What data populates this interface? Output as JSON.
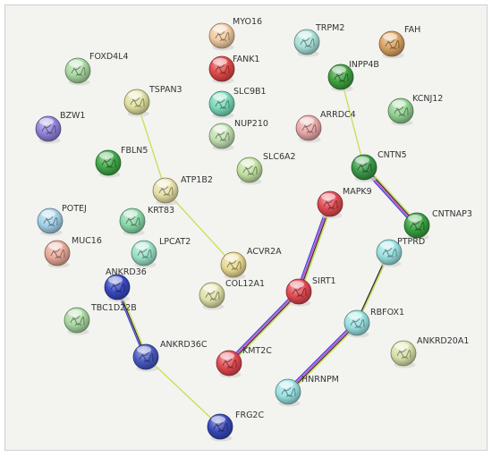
{
  "network": {
    "nodes": [
      {
        "id": "MYO16",
        "label": "MYO16",
        "color": "#f0c9a0"
      },
      {
        "id": "TRPM2",
        "label": "TRPM2",
        "color": "#a8e0d8"
      },
      {
        "id": "FAH",
        "label": "FAH",
        "color": "#d8a060"
      },
      {
        "id": "FOXD4L4",
        "label": "FOXD4L4",
        "color": "#a8d8a0"
      },
      {
        "id": "FANK1",
        "label": "FANK1",
        "color": "#e04848"
      },
      {
        "id": "INPP4B",
        "label": "INPP4B",
        "color": "#40a040"
      },
      {
        "id": "TSPAN3",
        "label": "TSPAN3",
        "color": "#e0e0a0"
      },
      {
        "id": "SLC9B1",
        "label": "SLC9B1",
        "color": "#78d8b8"
      },
      {
        "id": "KCNJ12",
        "label": "KCNJ12",
        "color": "#90d090"
      },
      {
        "id": "BZW1",
        "label": "BZW1",
        "color": "#9080d8"
      },
      {
        "id": "NUP210",
        "label": "NUP210",
        "color": "#c0e0b0"
      },
      {
        "id": "ARRDC4",
        "label": "ARRDC4",
        "color": "#e8a8a8"
      },
      {
        "id": "FBLN5",
        "label": "FBLN5",
        "color": "#40a848"
      },
      {
        "id": "SLC6A2",
        "label": "SLC6A2",
        "color": "#c0e0a0"
      },
      {
        "id": "CNTN5",
        "label": "CNTN5",
        "color": "#3a9a48"
      },
      {
        "id": "ATP1B2",
        "label": "ATP1B2",
        "color": "#e8e0a8"
      },
      {
        "id": "MAPK9",
        "label": "MAPK9",
        "color": "#e04850"
      },
      {
        "id": "POTEJ",
        "label": "POTEJ",
        "color": "#a0d0e8"
      },
      {
        "id": "KRT83",
        "label": "KRT83",
        "color": "#88d8a8"
      },
      {
        "id": "CNTNAP3",
        "label": "CNTNAP3",
        "color": "#38a040"
      },
      {
        "id": "MUC16",
        "label": "MUC16",
        "color": "#e8a898"
      },
      {
        "id": "LPCAT2",
        "label": "LPCAT2",
        "color": "#98e0c8"
      },
      {
        "id": "PTPRD",
        "label": "PTPRD",
        "color": "#98e0e0"
      },
      {
        "id": "ACVR2A",
        "label": "ACVR2A",
        "color": "#e8d890"
      },
      {
        "id": "ANKRD36",
        "label": "ANKRD36",
        "color": "#3848c0"
      },
      {
        "id": "SIRT1",
        "label": "SIRT1",
        "color": "#e04850"
      },
      {
        "id": "COL12A1",
        "label": "COL12A1",
        "color": "#e0e0a8"
      },
      {
        "id": "TBC1D22B",
        "label": "TBC1D22B",
        "color": "#a8d8a0"
      },
      {
        "id": "RBFOX1",
        "label": "RBFOX1",
        "color": "#98e0e0"
      },
      {
        "id": "ANKRD36C",
        "label": "ANKRD36C",
        "color": "#4858c0"
      },
      {
        "id": "ANKRD20A1",
        "label": "ANKRD20A1",
        "color": "#d8e0a8"
      },
      {
        "id": "KMT2C",
        "label": "KMT2C",
        "color": "#e04850"
      },
      {
        "id": "HNRNPM",
        "label": "HNRNPM",
        "color": "#98e0e0"
      },
      {
        "id": "FRG2C",
        "label": "FRG2C",
        "color": "#3848b8"
      }
    ],
    "edges": [
      {
        "source": "TSPAN3",
        "target": "ATP1B2",
        "colors": [
          "#c8e050"
        ]
      },
      {
        "source": "ATP1B2",
        "target": "ACVR2A",
        "colors": [
          "#c8e050"
        ]
      },
      {
        "source": "INPP4B",
        "target": "CNTN5",
        "colors": [
          "#c8e050"
        ]
      },
      {
        "source": "CNTN5",
        "target": "CNTNAP3",
        "colors": [
          "#c8e050",
          "#303030",
          "#d040c0",
          "#4040e0"
        ]
      },
      {
        "source": "MAPK9",
        "target": "SIRT1",
        "colors": [
          "#c8e050",
          "#303030",
          "#d040c0",
          "#4040e0"
        ]
      },
      {
        "source": "SIRT1",
        "target": "KMT2C",
        "colors": [
          "#c8e050",
          "#303030",
          "#d040c0",
          "#4040e0"
        ]
      },
      {
        "source": "PTPRD",
        "target": "RBFOX1",
        "colors": [
          "#c8e050",
          "#303030"
        ]
      },
      {
        "source": "RBFOX1",
        "target": "HNRNPM",
        "colors": [
          "#c8e050",
          "#303030",
          "#d040c0",
          "#4040e0"
        ]
      },
      {
        "source": "ANKRD36",
        "target": "ANKRD36C",
        "colors": [
          "#c8e050",
          "#303030",
          "#4040e0"
        ]
      },
      {
        "source": "ANKRD36C",
        "target": "FRG2C",
        "colors": [
          "#c8e050"
        ]
      }
    ]
  }
}
